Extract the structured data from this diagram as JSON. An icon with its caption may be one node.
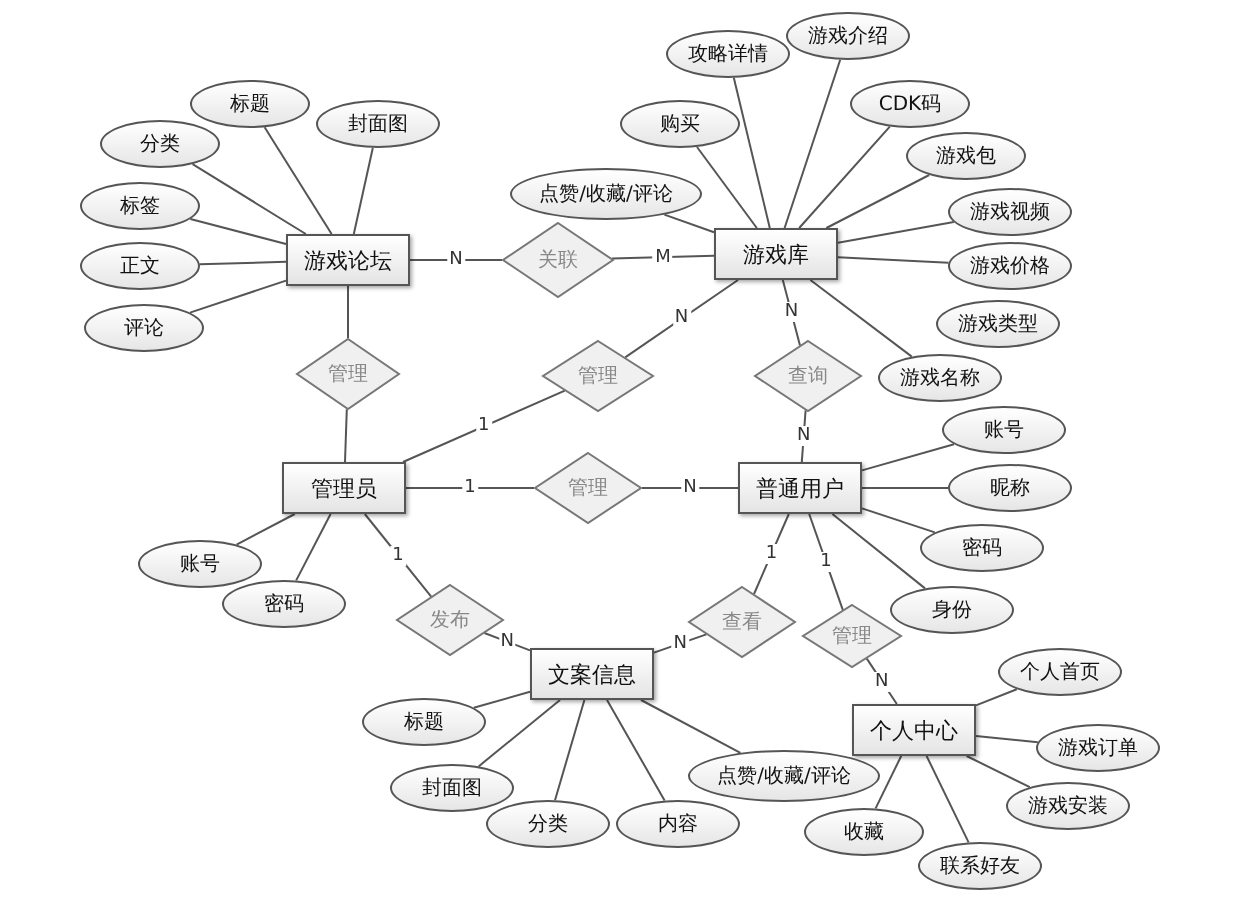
{
  "diagram": {
    "nodes": [
      {
        "text": [
          "游戏介绍"
        ]
      },
      {
        "text": [
          "攻略详情"
        ]
      },
      {
        "text": [
          "标题"
        ]
      },
      {
        "text": [
          "CDK码"
        ]
      },
      {
        "text": [
          "封面图"
        ]
      },
      {
        "text": [
          "购买"
        ]
      },
      {
        "text": [
          "分类"
        ]
      },
      {
        "text": [
          "游戏包"
        ]
      },
      {
        "text": [
          "点赞/收藏/评论"
        ]
      },
      {
        "text": [
          "标签"
        ]
      },
      {
        "text": [
          "游戏视频"
        ]
      },
      {
        "text": [
          "游戏论坛"
        ]
      },
      {
        "text": [
          "关联"
        ]
      },
      {
        "text": [
          "游戏库"
        ]
      },
      {
        "text": [
          "正文"
        ]
      },
      {
        "text": [
          "游戏价格"
        ]
      },
      {
        "text": [
          "游戏类型"
        ]
      },
      {
        "text": [
          "评论"
        ]
      },
      {
        "text": [
          "管理"
        ]
      },
      {
        "text": [
          "管理"
        ]
      },
      {
        "text": [
          "查询"
        ]
      },
      {
        "text": [
          "游戏名称"
        ]
      },
      {
        "text": [
          "账号"
        ]
      },
      {
        "text": [
          "管理员"
        ]
      },
      {
        "text": [
          "管理"
        ]
      },
      {
        "text": [
          "普通用户"
        ]
      },
      {
        "text": [
          "昵称"
        ]
      },
      {
        "text": [
          "密码"
        ]
      },
      {
        "text": [
          "账号"
        ]
      },
      {
        "text": [
          "密码"
        ]
      },
      {
        "text": [
          "身份"
        ]
      },
      {
        "text": [
          "发布"
        ]
      },
      {
        "text": [
          "查看"
        ]
      },
      {
        "text": [
          "管理"
        ]
      },
      {
        "text": [
          "个人首页"
        ]
      },
      {
        "text": [
          "文案信息"
        ]
      },
      {
        "text": [
          "标题"
        ]
      },
      {
        "text": [
          "个人中心"
        ]
      },
      {
        "text": [
          "游戏订单"
        ]
      },
      {
        "text": [
          "点赞/收藏/评论"
        ]
      },
      {
        "text": [
          "封面图"
        ]
      },
      {
        "text": [
          "游戏安装"
        ]
      },
      {
        "text": [
          "分类"
        ]
      },
      {
        "text": [
          "内容"
        ]
      },
      {
        "text": [
          "收藏"
        ]
      },
      {
        "text": [
          "联系好友"
        ]
      }
    ],
    "edges": [
      {
        "from": 11,
        "to": 2,
        "arrow": "none"
      },
      {
        "from": 11,
        "to": 4,
        "arrow": "none"
      },
      {
        "from": 11,
        "to": 6,
        "arrow": "none"
      },
      {
        "from": 11,
        "to": 9,
        "arrow": "none"
      },
      {
        "from": 11,
        "to": 14,
        "arrow": "none"
      },
      {
        "from": 11,
        "to": 17,
        "arrow": "none"
      },
      {
        "from": 13,
        "to": 0,
        "arrow": "none"
      },
      {
        "from": 13,
        "to": 1,
        "arrow": "none"
      },
      {
        "from": 13,
        "to": 3,
        "arrow": "none"
      },
      {
        "from": 13,
        "to": 5,
        "arrow": "none"
      },
      {
        "from": 13,
        "to": 7,
        "arrow": "none"
      },
      {
        "from": 13,
        "to": 8,
        "arrow": "none"
      },
      {
        "from": 13,
        "to": 10,
        "arrow": "none"
      },
      {
        "from": 13,
        "to": 15,
        "arrow": "none"
      },
      {
        "from": 13,
        "to": 21,
        "arrow": "none"
      },
      {
        "from": 11,
        "to": 12,
        "arrow": "none",
        "label": "N"
      },
      {
        "from": 12,
        "to": 13,
        "arrow": "none",
        "label": "M"
      },
      {
        "from": 11,
        "to": 18,
        "arrow": "none"
      },
      {
        "from": 18,
        "to": 23,
        "arrow": "none"
      },
      {
        "from": 23,
        "to": 19,
        "arrow": "none",
        "label": "1"
      },
      {
        "from": 19,
        "to": 13,
        "arrow": "none",
        "label": "N"
      },
      {
        "from": 13,
        "to": 20,
        "arrow": "none",
        "label": "N"
      },
      {
        "from": 20,
        "to": 25,
        "arrow": "none",
        "label": "N"
      },
      {
        "from": 23,
        "to": 24,
        "arrow": "none",
        "label": "1"
      },
      {
        "from": 24,
        "to": 25,
        "arrow": "none",
        "label": "N"
      },
      {
        "from": 25,
        "to": 22,
        "arrow": "none"
      },
      {
        "from": 25,
        "to": 26,
        "arrow": "none"
      },
      {
        "from": 25,
        "to": 27,
        "arrow": "none"
      },
      {
        "from": 25,
        "to": 30,
        "arrow": "none"
      },
      {
        "from": 23,
        "to": 28,
        "arrow": "none"
      },
      {
        "from": 23,
        "to": 29,
        "arrow": "none"
      },
      {
        "from": 23,
        "to": 31,
        "arrow": "none",
        "label": "1"
      },
      {
        "from": 31,
        "to": 35,
        "arrow": "none",
        "label": "N"
      },
      {
        "from": 35,
        "to": 32,
        "arrow": "none",
        "label": "N"
      },
      {
        "from": 32,
        "to": 25,
        "arrow": "none",
        "label": "1"
      },
      {
        "from": 25,
        "to": 33,
        "arrow": "none",
        "label": "1"
      },
      {
        "from": 33,
        "to": 37,
        "arrow": "none",
        "label": "N"
      },
      {
        "from": 37,
        "to": 34,
        "arrow": "none"
      },
      {
        "from": 37,
        "to": 38,
        "arrow": "none"
      },
      {
        "from": 37,
        "to": 41,
        "arrow": "none"
      },
      {
        "from": 37,
        "to": 44,
        "arrow": "none"
      },
      {
        "from": 37,
        "to": 45,
        "arrow": "none"
      },
      {
        "from": 35,
        "to": 36,
        "arrow": "none"
      },
      {
        "from": 35,
        "to": 40,
        "arrow": "none"
      },
      {
        "from": 35,
        "to": 42,
        "arrow": "none"
      },
      {
        "from": 35,
        "to": 43,
        "arrow": "none"
      },
      {
        "from": 35,
        "to": 39,
        "arrow": "none"
      }
    ]
  }
}
